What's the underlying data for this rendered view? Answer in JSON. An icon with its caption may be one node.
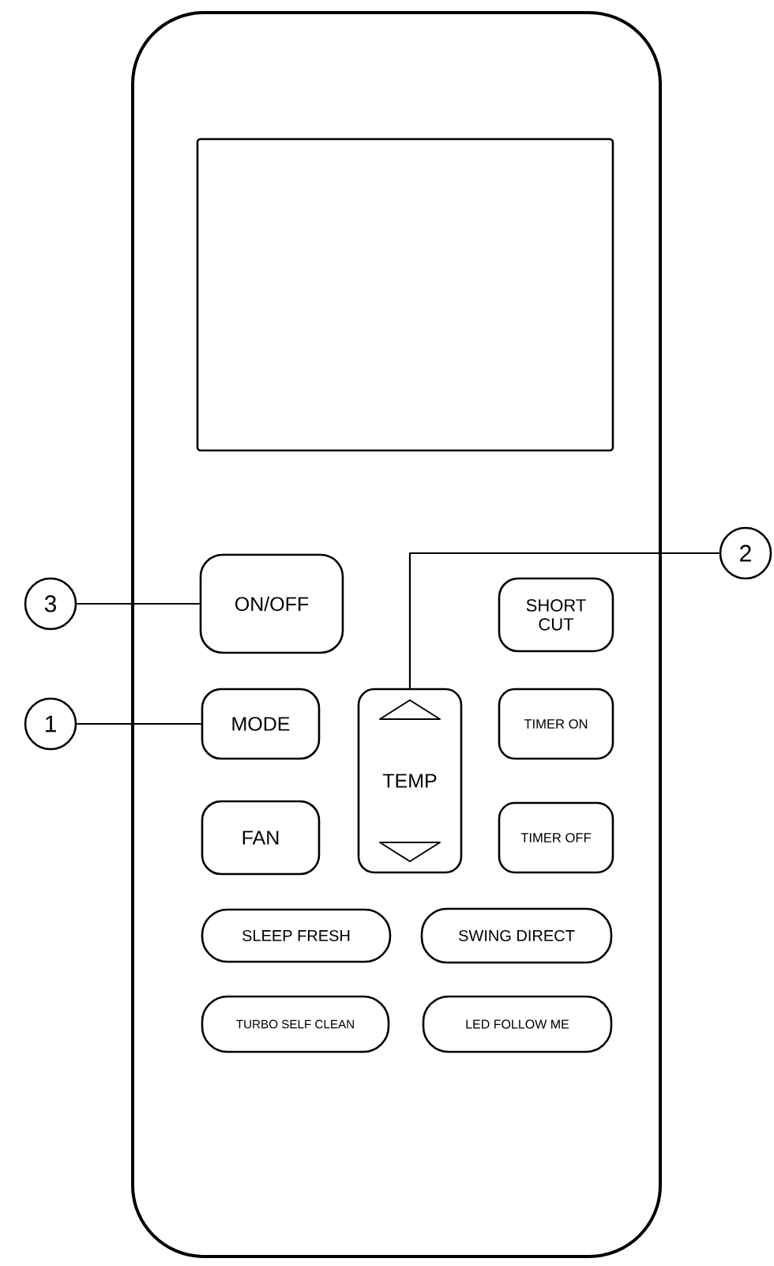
{
  "diagram": {
    "nodes": [
      {
        "text": [],
        "shape": "box"
      },
      {
        "text": [],
        "shape": "box",
        "in": 0
      },
      {
        "text": [
          "2"
        ]
      },
      {
        "text": [
          "3"
        ]
      },
      {
        "text": [
          "ON/OFF"
        ],
        "in": 0
      },
      {
        "text": [
          "SHORT CUT"
        ],
        "in": 0
      },
      {
        "text": [
          "1"
        ]
      },
      {
        "text": [
          "MODE"
        ],
        "in": 0
      },
      {
        "text": [
          "TEMP"
        ],
        "in": 0
      },
      {
        "text": [
          "TIMER ON"
        ],
        "in": 0
      },
      {
        "text": [
          "FAN"
        ],
        "in": 0
      },
      {
        "text": [
          "TIMER OFF"
        ],
        "in": 0
      },
      {
        "text": [
          "SLEEP FRESH"
        ],
        "in": 0
      },
      {
        "text": [
          "SWING DIRECT"
        ],
        "in": 0
      },
      {
        "text": [
          "TURBO SELF CLEAN"
        ],
        "in": 0
      },
      {
        "text": [
          "LED FOLLOW ME"
        ],
        "in": 0
      }
    ],
    "edges": [
      {
        "from": 3,
        "to": 4,
        "arrow": "none"
      },
      {
        "from": 6,
        "to": 7,
        "arrow": "none"
      },
      {
        "from": 2,
        "to": 8,
        "arrow": "none"
      }
    ]
  }
}
